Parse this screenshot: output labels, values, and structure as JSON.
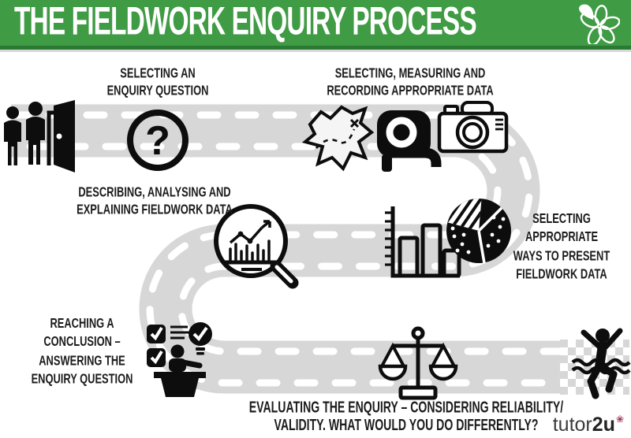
{
  "header": {
    "title": "THE FIELDWORK ENQUIRY PROCESS",
    "bg_color": "#3f9b44",
    "border_color": "#2b7a33",
    "logo_icon": "flower-logo"
  },
  "road": {
    "color": "#d7d7d7",
    "dash_color": "#ffffff",
    "finish_pattern": "checkered"
  },
  "glyphs": {
    "question_mark": "?"
  },
  "stages": [
    {
      "id": "select-question",
      "label": "SELECTING AN\nENQUIRY QUESTION",
      "icons": [
        "people-door-icon",
        "question-mark-icon"
      ]
    },
    {
      "id": "record-data",
      "label": "SELECTING, MEASURING AND\nRECORDING APPROPRIATE DATA",
      "icons": [
        "map-icon",
        "tape-measure-icon",
        "camera-icon"
      ]
    },
    {
      "id": "analyse-data",
      "label": "DESCRIBING, ANALYSING AND\nEXPLAINING FIELDWORK DATA",
      "icons": [
        "magnifier-chart-icon"
      ]
    },
    {
      "id": "present-data",
      "label": "SELECTING\nAPPROPRIATE\nWAYS TO PRESENT\nFIELDWORK DATA",
      "icons": [
        "bar-chart-icon",
        "pie-chart-icon"
      ]
    },
    {
      "id": "conclusion",
      "label": "REACHING A\nCONCLUSION –\nANSWERING THE\nENQUIRY QUESTION",
      "icons": [
        "conclusion-desk-icon"
      ]
    },
    {
      "id": "evaluate",
      "label": "EVALUATING THE ENQUIRY – CONSIDERING RELIABILITY/\nVALIDITY. WHAT WOULD YOU DO DIFFERENTLY?",
      "icons": [
        "scales-icon"
      ]
    },
    {
      "id": "finish",
      "label": "",
      "icons": [
        "finish-runner-icon"
      ]
    }
  ],
  "footer": {
    "logo_regular": "tutor",
    "logo_bold": "2u",
    "logo_flower": "❀",
    "logo_flower_color": "#a03a5a"
  }
}
